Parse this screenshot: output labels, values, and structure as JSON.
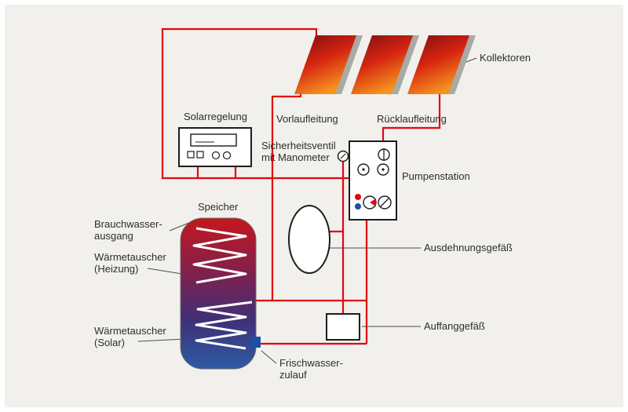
{
  "diagram": {
    "labels": {
      "kollektoren": "Kollektoren",
      "solarregelung": "Solarregelung",
      "vorlaufleitung": "Vorlaufleitung",
      "ruecklaufleitung": "Rücklaufleitung",
      "sicherheitsventil_1": "Sicherheitsventil",
      "sicherheitsventil_2": "mit Manometer",
      "pumpenstation": "Pumpenstation",
      "speicher": "Speicher",
      "brauchwasser_1": "Brauchwasser-",
      "brauchwasser_2": "ausgang",
      "wt_heizung_1": "Wärmetauscher",
      "wt_heizung_2": "(Heizung)",
      "wt_solar_1": "Wärmetauscher",
      "wt_solar_2": "(Solar)",
      "ausdehnungsgefaess": "Ausdehnungsgefäß",
      "auffanggefaess": "Auffanggefäß",
      "frischwasser_1": "Frischwasser-",
      "frischwasser_2": "zulauf"
    },
    "colors": {
      "background": "#f1f0ec",
      "pipe_red": "#e30613",
      "leader_gray": "#4d4d4d",
      "outline_black": "#1d1d1b",
      "component_white": "#ffffff",
      "collector_dark": "#7c0d12",
      "collector_mid": "#d42310",
      "collector_bright": "#f6921e",
      "collector_edge_gray": "#a9a9a5",
      "tank_top_red": "#c4181c",
      "tank_mid_purple": "#7d2150",
      "tank_deep_violet": "#3f3076",
      "tank_bottom_blue": "#2d5ca4",
      "coil_white": "#ffffff",
      "cold_water_blue": "#1f4fa0"
    }
  }
}
